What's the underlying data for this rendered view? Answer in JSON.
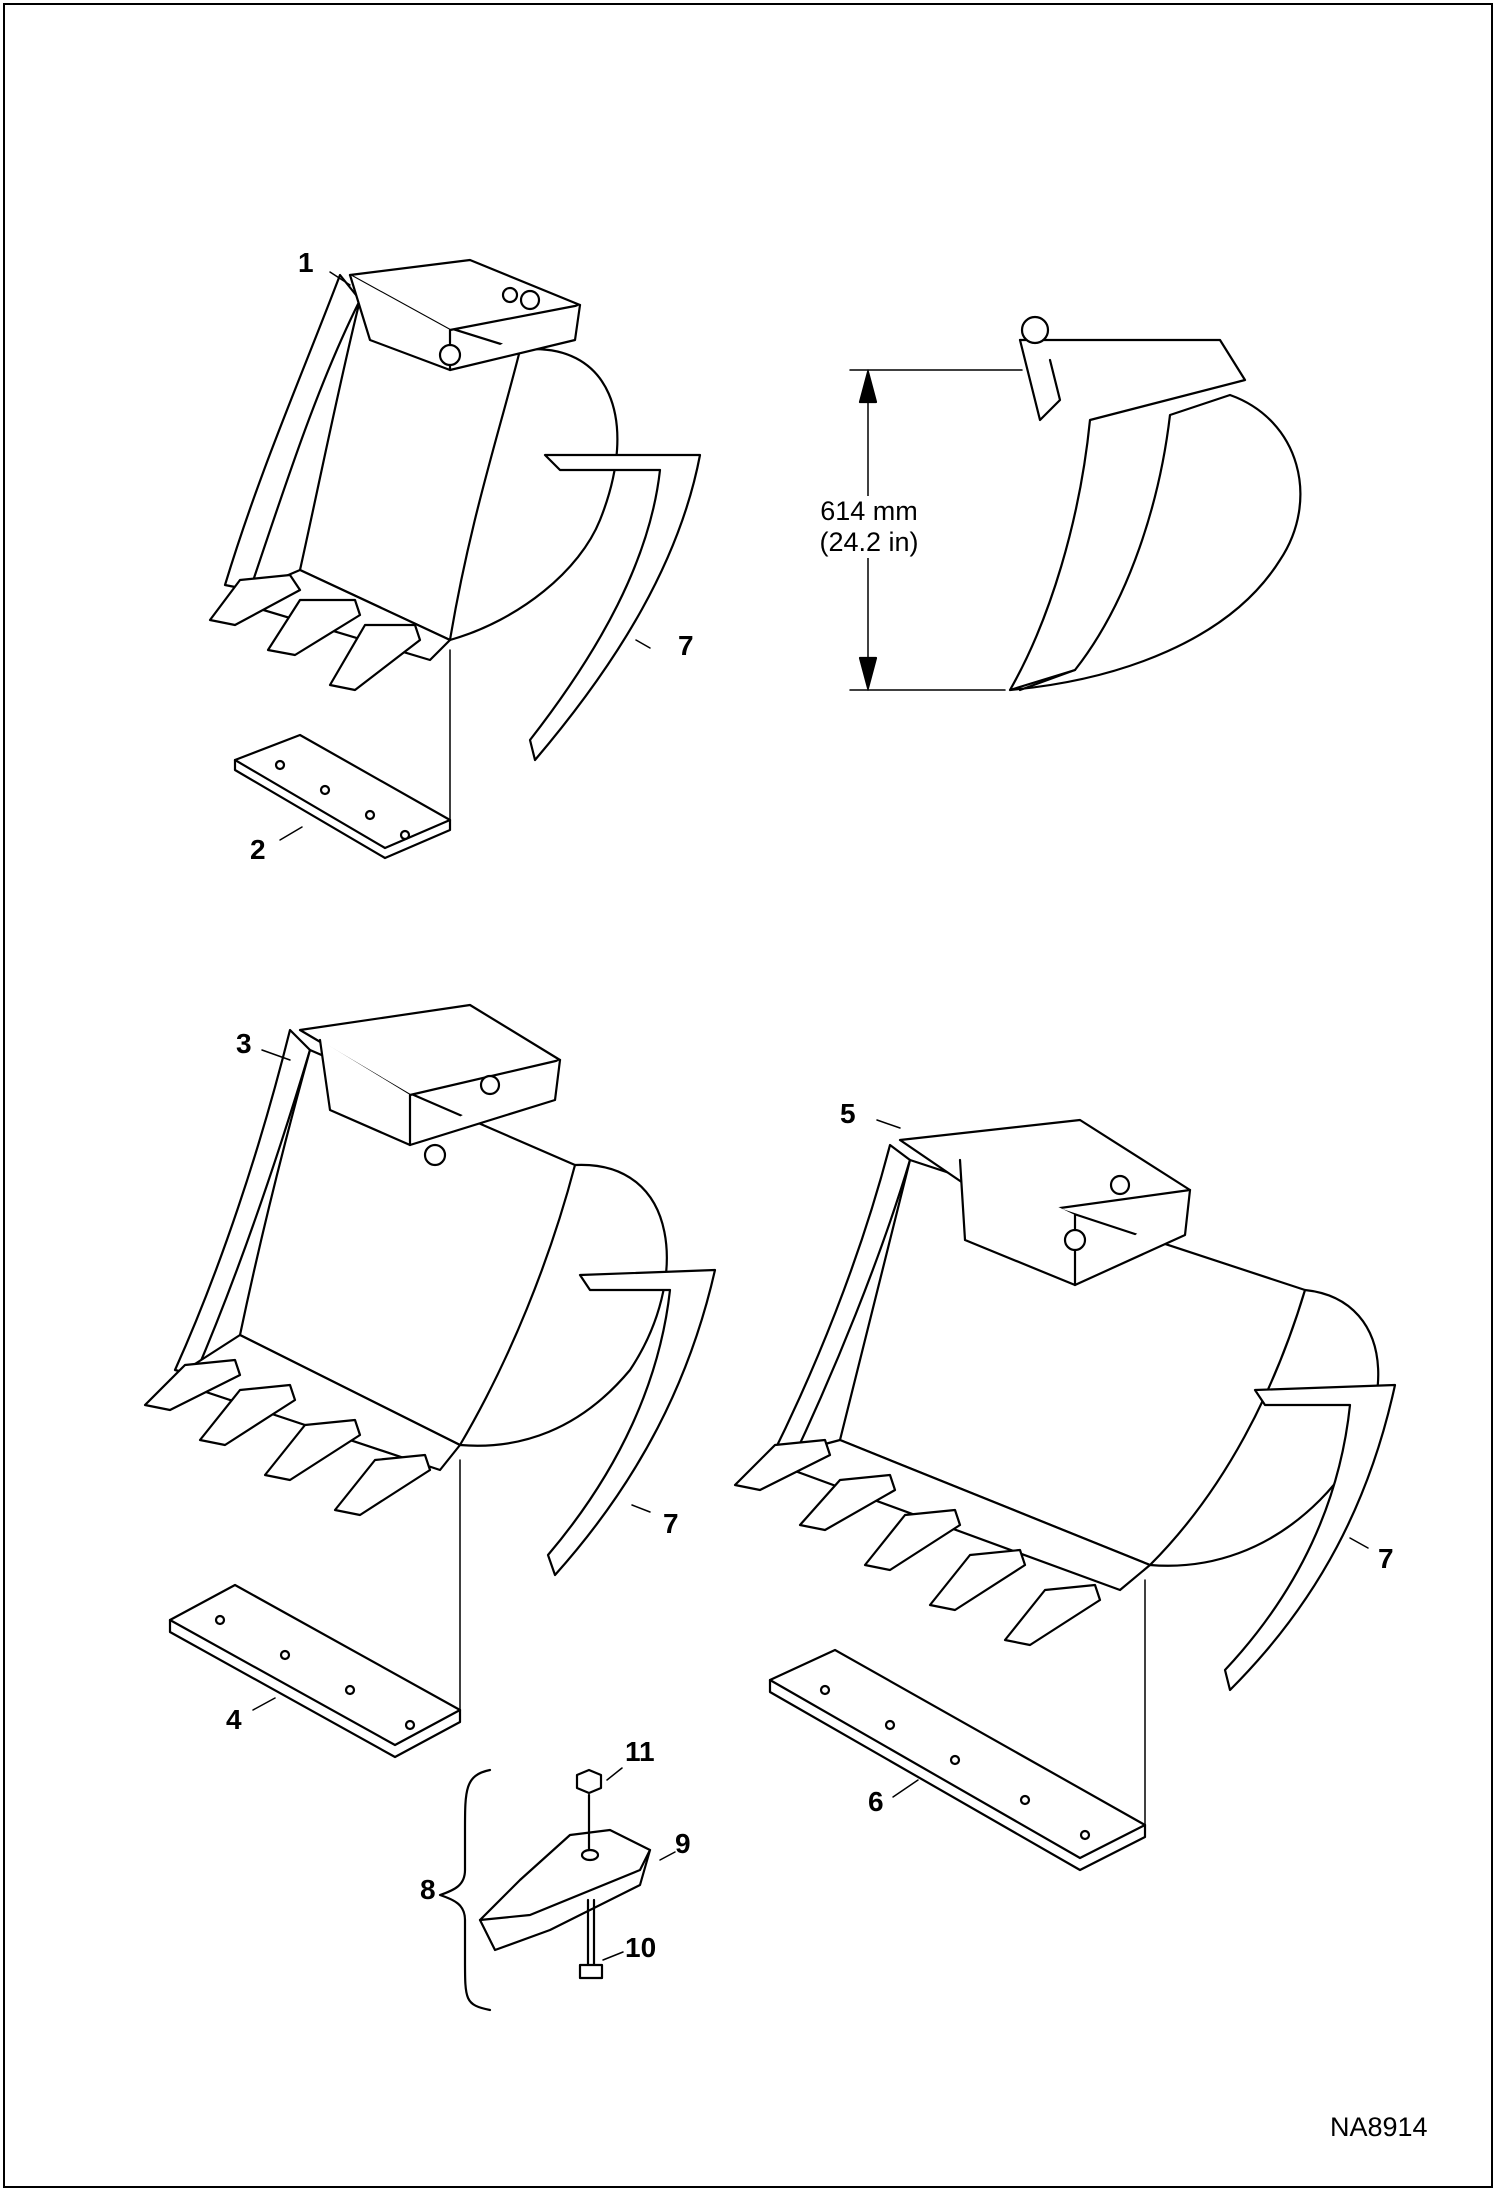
{
  "callouts": {
    "c1": "1",
    "c2": "2",
    "c3": "3",
    "c4": "4",
    "c5": "5",
    "c6": "6",
    "c7a": "7",
    "c7b": "7",
    "c7c": "7",
    "c8": "8",
    "c9": "9",
    "c10": "10",
    "c11": "11"
  },
  "dimension": {
    "metric": "614 mm",
    "imperial": "(24.2 in)"
  },
  "drawing_code": "NA8914"
}
